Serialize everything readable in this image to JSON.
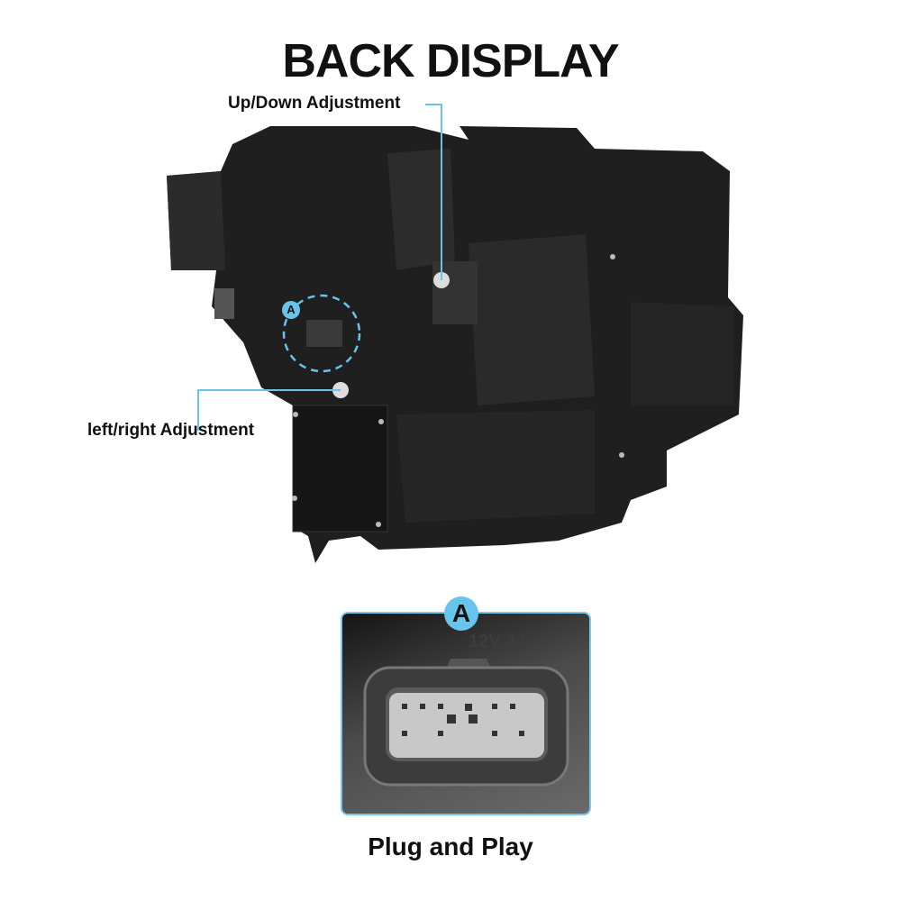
{
  "title": "BACK DISPLAY",
  "callouts": {
    "up_down": "Up/Down Adjustment",
    "left_right": "left/right Adjustment"
  },
  "marker": "A",
  "inset": {
    "marker": "A",
    "connector_marking": "12V 24"
  },
  "footer": "Plug and Play",
  "colors": {
    "accent": "#69c4ec",
    "housing": "#1e1e1e"
  }
}
